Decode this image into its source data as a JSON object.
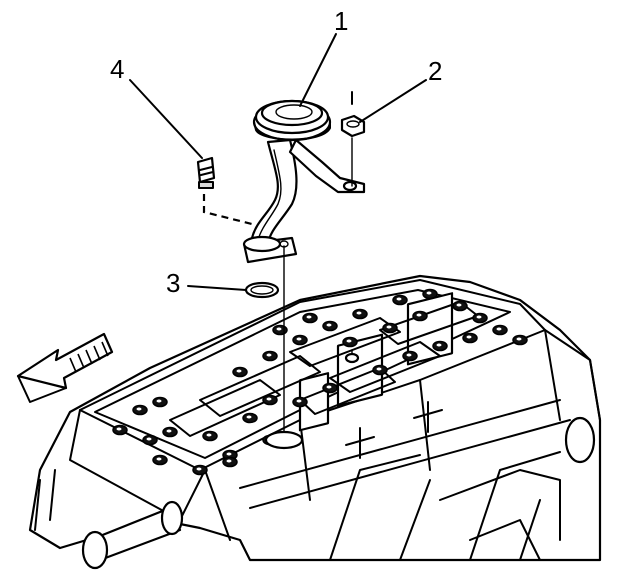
{
  "callouts": [
    {
      "id": "1",
      "label": "1"
    },
    {
      "id": "2",
      "label": "2"
    },
    {
      "id": "3",
      "label": "3"
    },
    {
      "id": "4",
      "label": "4"
    }
  ],
  "colors": {
    "line": "#000000",
    "background": "#ffffff",
    "shading": "#d9d9d9"
  }
}
